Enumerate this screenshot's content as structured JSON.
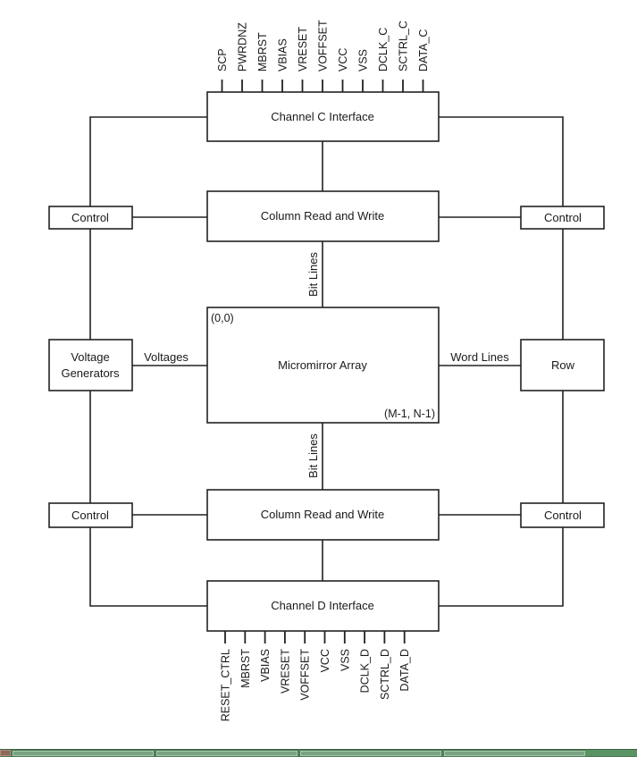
{
  "diagram": {
    "title": "Micromirror Array Block Diagram",
    "channel_c": {
      "label": "Channel C Interface",
      "pins": [
        "SCP",
        "PWRDNZ",
        "MBRST",
        "VBIAS",
        "VRESET",
        "VOFFSET",
        "VCC",
        "VSS",
        "DCLK_C",
        "SCTRL_C",
        "DATA_C"
      ]
    },
    "channel_d": {
      "label": "Channel D Interface",
      "pins": [
        "RESET_CTRL",
        "MBRST",
        "VBIAS",
        "VRESET",
        "VOFFSET",
        "VCC",
        "VSS",
        "DCLK_D",
        "SCTRL_D",
        "DATA_D"
      ]
    },
    "column_top": {
      "label": "Column Read and Write"
    },
    "column_bottom": {
      "label": "Column Read and Write"
    },
    "array": {
      "label": "Micromirror Array",
      "origin_label": "(0,0)",
      "end_label": "(M-1, N-1)"
    },
    "control_top_left": {
      "label": "Control"
    },
    "control_top_right": {
      "label": "Control"
    },
    "control_bottom_left": {
      "label": "Control"
    },
    "control_bottom_right": {
      "label": "Control"
    },
    "voltage_generators": {
      "label_line1": "Voltage",
      "label_line2": "Generators"
    },
    "row": {
      "label": "Row"
    },
    "edges": {
      "voltages": "Voltages",
      "word_lines": "Word Lines",
      "bit_lines_top": "Bit Lines",
      "bit_lines_bottom": "Bit Lines"
    }
  },
  "taskbar": {
    "color": "#4e7d58",
    "task_count": 4
  }
}
